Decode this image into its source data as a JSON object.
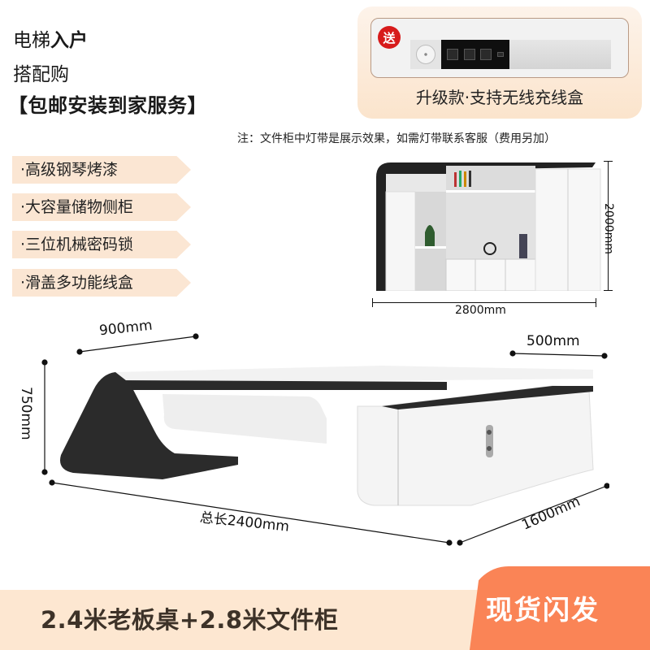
{
  "header": {
    "line1_light": "电梯",
    "line1_bold": "入户",
    "line2": "搭配购",
    "line3": "【包邮安装到家服务】"
  },
  "gift": {
    "badge": "送",
    "caption": "升级款·支持无线充线盒",
    "icons": [
      "wireless-charger-icon",
      "power-socket-icon",
      "power-socket-icon",
      "power-socket-icon",
      "usb-port-icon"
    ]
  },
  "note": "注：文件柜中灯带是展示效果，如需灯带联系客服（费用另加）",
  "features": [
    {
      "label": "·高级钢琴烤漆"
    },
    {
      "label": "·大容量储物侧柜"
    },
    {
      "label": "·三位机械密码锁"
    },
    {
      "label": "·滑盖多功能线盒"
    }
  ],
  "cabinet": {
    "height_label": "2000mm",
    "width_label": "2800mm"
  },
  "desk": {
    "depth_label": "900mm",
    "cabinet_depth_label": "500mm",
    "height_label": "750mm",
    "total_length_label": "总长2400mm",
    "side_length_label": "1600mm"
  },
  "bottom": {
    "title": "2.4米老板桌+2.8米文件柜",
    "stock_badge": "现货闪发"
  },
  "colors": {
    "accent_orange": "#fa8456",
    "tag_bg": "#fbe6d3",
    "badge_red": "#d71b1b",
    "bottom_bg": "#fde7d1",
    "title_brown": "#3d3228"
  }
}
